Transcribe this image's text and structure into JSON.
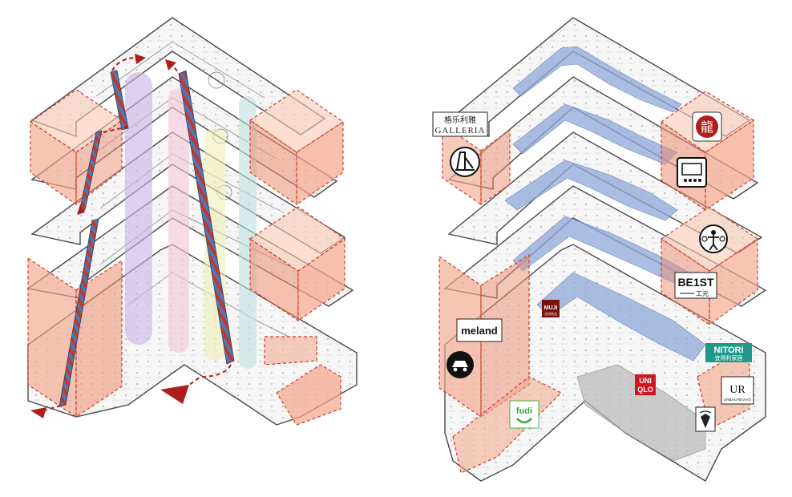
{
  "colors": {
    "outline": "#4a4a4a",
    "floor_fill": "#f4f4f4",
    "block_fill": "#f3a68a",
    "block_edge": "#d23b2a",
    "escalator_blue": "#4d78b8",
    "arrow_red": "#b01c1c",
    "circulation_blue": "#8fa7d9",
    "circulation_gray": "#b8b8b8",
    "shaft_purple": "#c9b4e6",
    "shaft_pink": "#f2c6d8",
    "shaft_yellow": "#f1f0b8",
    "shaft_teal": "#bfe2df"
  },
  "brands": {
    "galleria_cn": "格乐利雅",
    "galleria_en": "GALLERIA",
    "meland": "meland",
    "muji": "MUJI",
    "muji_sub": "无印良品",
    "best": "BE1ST",
    "best_sub": "工元",
    "nitori": "NITORI",
    "nitori_sub": "宜得利家居",
    "uniqlo_top": "UNI",
    "uniqlo_bottom": "QLO",
    "urban_revivo": "UR",
    "urban_revivo_sub": "URBAN REVIVO",
    "fudi": "fudi",
    "long_char": "龍"
  }
}
